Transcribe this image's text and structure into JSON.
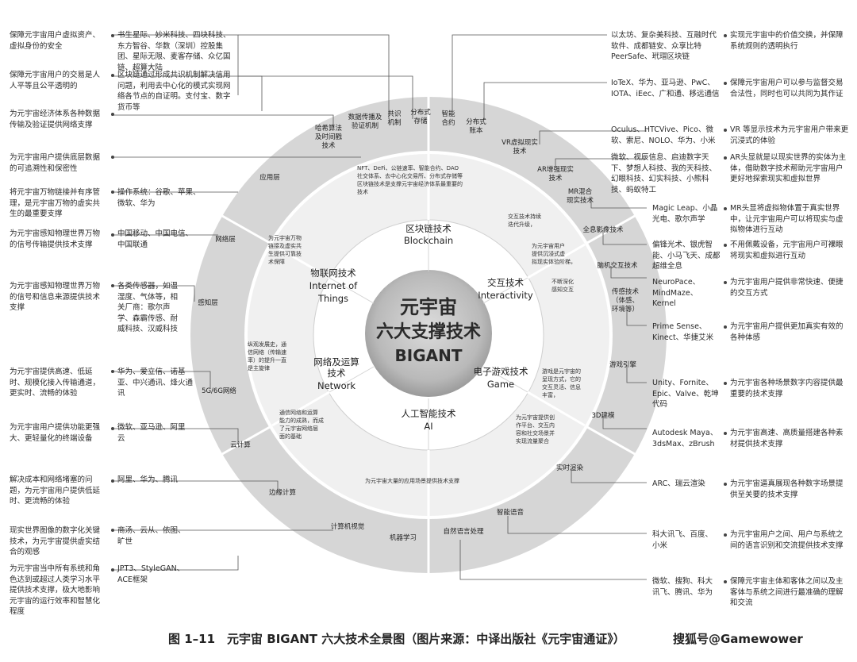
{
  "center": {
    "line1": "元宇宙",
    "line2": "六大支撑技术",
    "line3": "BIGANT"
  },
  "inner": {
    "blockchain": [
      "区块链技术",
      "Blockchain"
    ],
    "interactivity": [
      "交互技术",
      "Interactivity"
    ],
    "game": [
      "电子游戏技术",
      "Game"
    ],
    "ai": [
      "人工智能技术",
      "AI"
    ],
    "network": [
      "网络及运算",
      "技术",
      "Network"
    ],
    "iot": [
      "物联网技术",
      "Internet of",
      "Things"
    ]
  },
  "middle_notes": {
    "top": [
      "NFT、DeFi、公链速率、智能合约、DAO",
      "社交体系、去中心化交易所、分布式存储等",
      "区块链技术是支撑元宇宙经济体系最重要的",
      "技术"
    ],
    "inter1": [
      "交互技术持续",
      "迭代升级，"
    ],
    "inter2": [
      "为元宇宙用户",
      "提供沉浸式虚",
      "拟现实体验阶梯，"
    ],
    "inter3": [
      "不断深化",
      "感知交互"
    ],
    "game1": [
      "游戏是元宇宙的",
      "呈现方式，它的",
      "交互灵活、信息",
      "丰富，"
    ],
    "game2": [
      "为元宇宙提供创",
      "作平台、交互内",
      "容和社交场景并",
      "实现流量聚合"
    ],
    "ai": [
      "为元宇宙大量的应用场景提供技术支撑"
    ],
    "net1": [
      "纵观发展史，通",
      "信网络（传输速",
      "率）的提升一直",
      "是主旋律"
    ],
    "net2": [
      "通信网络和运算",
      "能力的成熟，而成",
      "了元宇宙网络层",
      "面的基础"
    ],
    "iot": [
      "为元宇宙万物",
      "链接及虚实共",
      "生提供可靠技",
      "术保障"
    ]
  },
  "ring_labels": {
    "top": [
      [
        "哈希算法",
        "及时间戳",
        "技术"
      ],
      [
        "数据传播及",
        "验证机制"
      ],
      [
        "共识",
        "机制"
      ],
      [
        "分布式",
        "存储"
      ],
      [
        "智能",
        "合约"
      ],
      [
        "分布式",
        "账本"
      ]
    ],
    "right": [
      [
        "VR虚拟现实",
        "技术"
      ],
      [
        "AR增强现实",
        "技术"
      ],
      [
        "MR混合",
        "现实技术"
      ],
      [
        "全息影像技术"
      ],
      [
        "脑机交互技术"
      ],
      [
        "传感技术",
        "（体感、",
        "环境等）"
      ],
      [
        "游戏引擎"
      ],
      [
        "3D建模"
      ],
      [
        "实时渲染"
      ],
      [
        "智能语音"
      ],
      [
        "自然语言处理"
      ],
      [
        "机器学习"
      ],
      [
        "计算机视觉"
      ]
    ],
    "left": [
      [
        "边缘计算"
      ],
      [
        "云计算"
      ],
      [
        "5G/6G网络"
      ],
      [
        "感知层"
      ],
      [
        "网络层"
      ],
      [
        "应用层"
      ]
    ]
  },
  "left_notes": [
    "保障元宇宙用户虚拟资产、虚拟身份的安全",
    "保障元宇宙用户的交易是人人平等且公平透明的",
    "为元宇宙经济体系各种数据传输及验证提供网络支撑",
    "为元宇宙用户提供底层数据的可追溯性和保密性",
    "将元宇宙万物链接并有序管理，是元宇宙万物的虚实共生的最重要支撑",
    "为元宇宙感知物理世界万物的信号传输提供技术支撑",
    "为元宇宙感知物理世界万物的信号和信息来源提供技术支撑",
    "为元宇宙提供高速、低延时、规模化接入传输通道，更实时、流畅的体验",
    "为元宇宙用户提供功能更强大、更轻量化的终端设备",
    "解决成本和网络堵塞的问题，为元宇宙用户提供低延时、更流畅的体验",
    "现实世界图像的数字化关键技术，为元宇宙提供虚实结合的观感",
    "为元宇宙当中所有系统和角色达到或超过人类学习水平提供技术支撑，极大地影响元宇宙的运行效率和智慧化程度"
  ],
  "left_companies": [
    "书生星际、妙米科技、四块科技、东方智谷、华数（深圳）控股集团、星际无限、麦客存储、众亿国链、超算大陆",
    "区块链通过形成共识机制解决信用问题，利用去中心化的模式实现网络各节点的自证明。支付宝、数字货币等",
    "操作系统：谷歌、苹果、微软、华为",
    "中国移动、中国电信、中国联通",
    "各类传感器，如温湿度、气体等，相关厂商：歌尔声学、森霸传感、耐威科技、汉威科技",
    "华为、爱立信、诺基亚、中兴通讯、烽火通讯",
    "微软、亚马逊、阿里云",
    "阿里、华为、腾讯",
    "商汤、云从、依图、旷世",
    "JPT3、StyleGAN、ACE框架"
  ],
  "right_companies": [
    "以太坊、复杂美科技、互融时代软件、成都链安、众享比特PeerSafe、玳瑁区块链",
    "IoTeX、华为、亚马逊、PwC、IOTA、iEec、广和通、移远通信",
    "Oculus、HTCVive、Pico、微软、索尼、NOLO、华为、小米",
    "微软、视辰信息、启迪数字天下、梦想人科技、我的天科技、幻眼科技、幻实科技、小熊科技、蚂蚁特工",
    "Magic Leap、小晶光电、歌尔声学",
    "偏锋光术、银虎智能、小马飞天、成都超维全息",
    "NeuroPace、MindMaze、Kernel",
    "Prime Sense、Kinect、华捷艾米",
    "Unity、Fornite、Epic、Valve、乾坤代码",
    "Autodesk Maya、3dsMax、zBrush",
    "ARC、瑞云渲染",
    "科大讯飞、百度、小米",
    "微软、搜狗、科大讯飞、腾讯、华为"
  ],
  "right_notes": [
    "实现元宇宙中的价值交换，并保障系统规则的透明执行",
    "保障元宇宙用户可以参与监督交易合法性，同时也可以共同为其作证",
    "VR 等显示技术为元宇宙用户带来更沉浸式的体验",
    "AR头显就是以现实世界的实体为主体，借助数字技术帮助元宇宙用户更好地探索现实和虚拟世界",
    "MR头显将虚拟物体置于真实世界中，让元宇宙用户可以将现实与虚拟物体进行互动",
    "不用佩戴设备，元宇宙用户可裸眼将现实和虚拟进行互动",
    "为元宇宙用户提供非常快速、便捷的交互方式",
    "为元宇宙用户提供更加真实有效的各种体感",
    "为元宇宙各种场景数字内容提供最重要的技术支撑",
    "为元宇宙高速、高质量搭建各种素材提供技术支撑",
    "为元宇宙逼真展现各种数字场景提供至关要的技术支撑",
    "为元宇宙用户之间、用户与系统之间的语言识别和交流提供技术支撑",
    "保障元宇宙主体和客体之间以及主客体与系统之间进行最准确的理解和交流"
  ],
  "caption": "图 1–11　元宇宙 BIGANT 六大技术全景图（图片来源：中译出版社《元宇宙通证》）",
  "watermark": "搜狐号@Gamewower"
}
